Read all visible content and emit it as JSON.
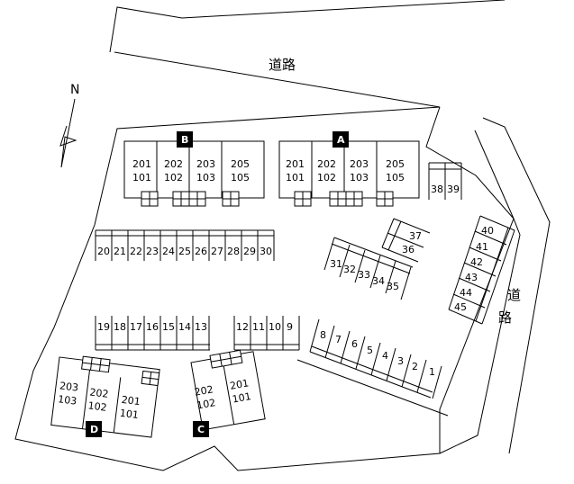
{
  "road_top_label": "道路",
  "road_right_label": "道路",
  "north_label": "N",
  "buildings": {
    "A": {
      "badge": "A",
      "upper": [
        "201",
        "202",
        "203",
        "205"
      ],
      "lower": [
        "101",
        "102",
        "103",
        "105"
      ]
    },
    "B": {
      "badge": "B",
      "upper": [
        "201",
        "202",
        "203",
        "205"
      ],
      "lower": [
        "101",
        "102",
        "103",
        "105"
      ]
    },
    "C": {
      "badge": "C",
      "upper": [
        "202",
        "201"
      ],
      "lower": [
        "102",
        "101"
      ]
    },
    "D": {
      "badge": "D",
      "upper": [
        "203",
        "202",
        "201"
      ],
      "lower": [
        "103",
        "102",
        "101"
      ]
    }
  },
  "parking": {
    "row_20_30": [
      "20",
      "21",
      "22",
      "23",
      "24",
      "25",
      "26",
      "27",
      "28",
      "29",
      "30"
    ],
    "row_13_19": [
      "19",
      "18",
      "17",
      "16",
      "15",
      "14",
      "13"
    ],
    "row_9_12": [
      "12",
      "11",
      "10",
      "9"
    ],
    "row_1_8": [
      "8",
      "7",
      "6",
      "5",
      "4",
      "3",
      "2",
      "1"
    ],
    "row_31_35": [
      "31",
      "32",
      "33",
      "34",
      "35"
    ],
    "row_36_37": [
      "37",
      "36"
    ],
    "row_38_39": [
      "38",
      "39"
    ],
    "row_40_45": [
      "40",
      "41",
      "42",
      "43",
      "44",
      "45"
    ]
  }
}
